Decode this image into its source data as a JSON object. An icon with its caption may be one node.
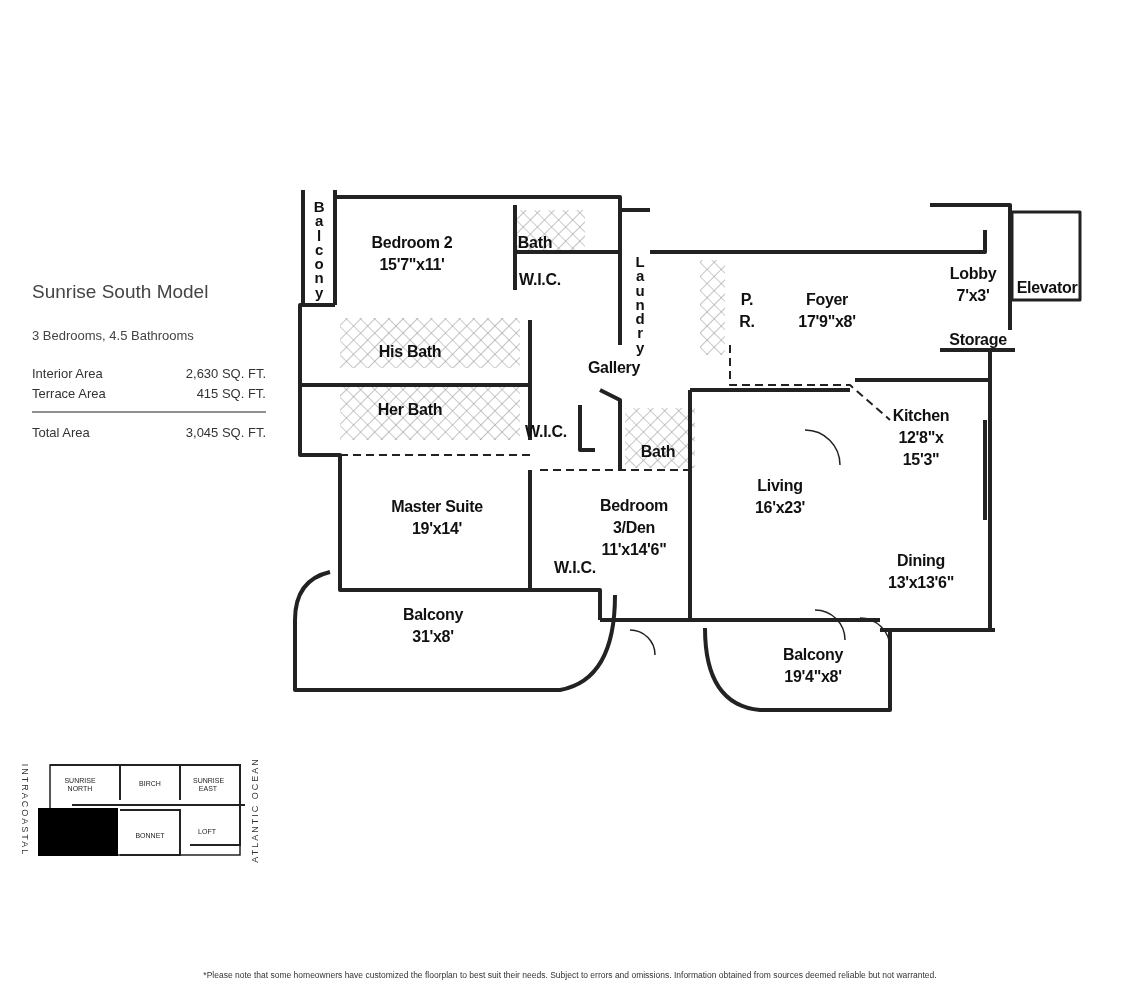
{
  "diagram": {
    "nodes": [
      {
        "text": [
          "Balcony"
        ]
      },
      {
        "text": [
          "Bedroom 2",
          "15'7\"x11'"
        ]
      },
      {
        "text": [
          "Bath"
        ]
      },
      {
        "text": [
          "W.I.C."
        ]
      },
      {
        "text": [
          "Laundry"
        ]
      },
      {
        "text": [
          "P. R."
        ]
      },
      {
        "text": [
          "Foyer",
          "17'9\"x8'"
        ]
      },
      {
        "text": [
          "Lobby",
          "7'x3'"
        ]
      },
      {
        "text": [
          "Elevator"
        ]
      },
      {
        "text": [
          "Storage"
        ]
      },
      {
        "text": [
          "His Bath"
        ]
      },
      {
        "text": [
          "Gallery"
        ]
      },
      {
        "text": [
          "Her Bath"
        ]
      },
      {
        "text": [
          "W.I.C."
        ]
      },
      {
        "text": [
          "Bath"
        ]
      },
      {
        "text": [
          "Kitchen",
          "12'8\"x 15'3\""
        ]
      },
      {
        "text": [
          "Living",
          "16'x23'"
        ]
      },
      {
        "text": [
          "Master Suite",
          "19'x14'"
        ]
      },
      {
        "text": [
          "Bedroom 3/Den",
          "11'x14'6\""
        ]
      },
      {
        "text": [
          "W.I.C."
        ]
      },
      {
        "text": [
          "Dining",
          "13'x13'6\""
        ]
      },
      {
        "text": [
          "Balcony",
          "31'x8'"
        ]
      },
      {
        "text": [
          "Balcony",
          "19'4\"x8'"
        ]
      },
      {
        "text": [
          "SUNRISE NORTH"
        ]
      },
      {
        "text": [
          "BIRCH"
        ]
      },
      {
        "text": [
          "SUNRISE EAST"
        ]
      },
      {
        "text": [
          "BONNET"
        ]
      },
      {
        "text": [
          "LOFT"
        ]
      },
      {
        "text": [],
        "shape": "box"
      }
    ],
    "labels": [
      "Sunrise South Model",
      "3 Bedrooms, 4.5 Bathrooms",
      "Interior Area",
      "2,630 SQ. FT.",
      "Terrace Area",
      "415 SQ. FT.",
      "Total Area",
      "3,045 SQ. FT.",
      "INTRACOASTAL",
      "ATLANTIC OCEAN",
      "*Please note that some homeowners have customized the floorplan to best suit their needs. Subject to errors and omissions. Information obtained from sources deemed reliable but not warranted."
    ]
  }
}
